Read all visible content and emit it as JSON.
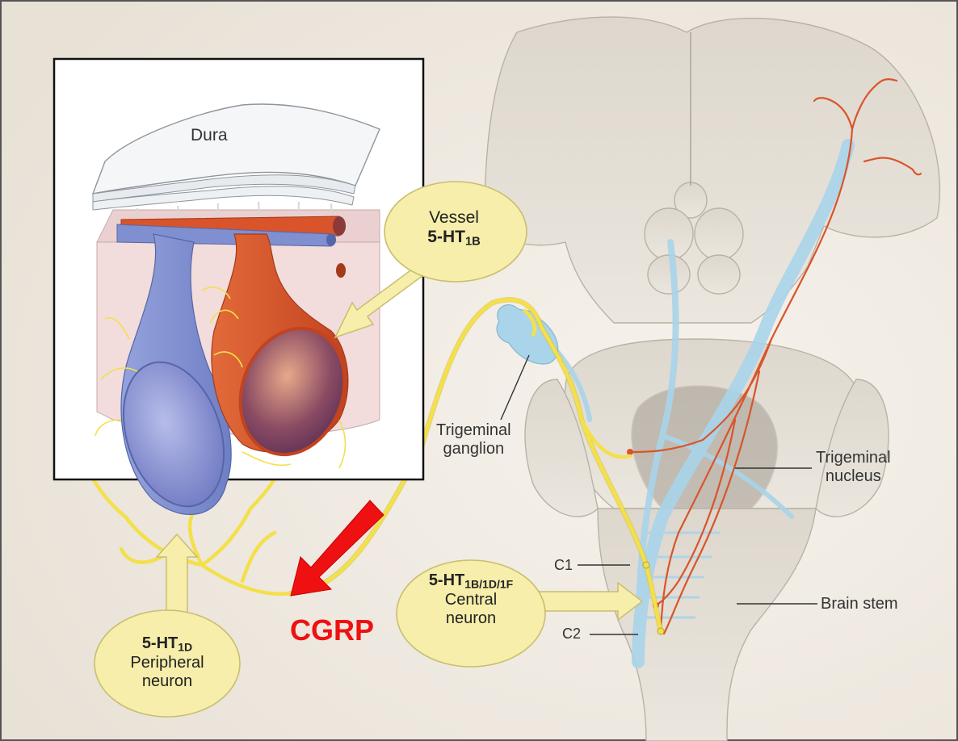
{
  "labels": {
    "dura": "Dura",
    "vessel_title": "Vessel",
    "vessel_receptor": "5-HT",
    "vessel_receptor_sub": "1B",
    "central_receptor": "5-HT",
    "central_receptor_sub": "1B/1D/1F",
    "central_title": "Central",
    "central_title2": "neuron",
    "peripheral_receptor": "5-HT",
    "peripheral_receptor_sub": "1D",
    "peripheral_title": "Peripheral",
    "peripheral_title2": "neuron",
    "trigeminal_ganglion_1": "Trigeminal",
    "trigeminal_ganglion_2": "ganglion",
    "trigeminal_nucleus_1": "Trigeminal",
    "trigeminal_nucleus_2": "nucleus",
    "c1": "C1",
    "c2": "C2",
    "brain_stem": "Brain stem",
    "cgrp": "CGRP"
  },
  "colors": {
    "background": "#f1ece4",
    "bubble_fill": "#f6eeaa",
    "bubble_stroke": "#c9be6e",
    "neuron_yellow": "#f3e04a",
    "artery_red": "#d9542a",
    "vein_blue": "#7f8fd0",
    "pathway_blue": "#a9d4ea",
    "cgrp_red": "#ef1111"
  }
}
